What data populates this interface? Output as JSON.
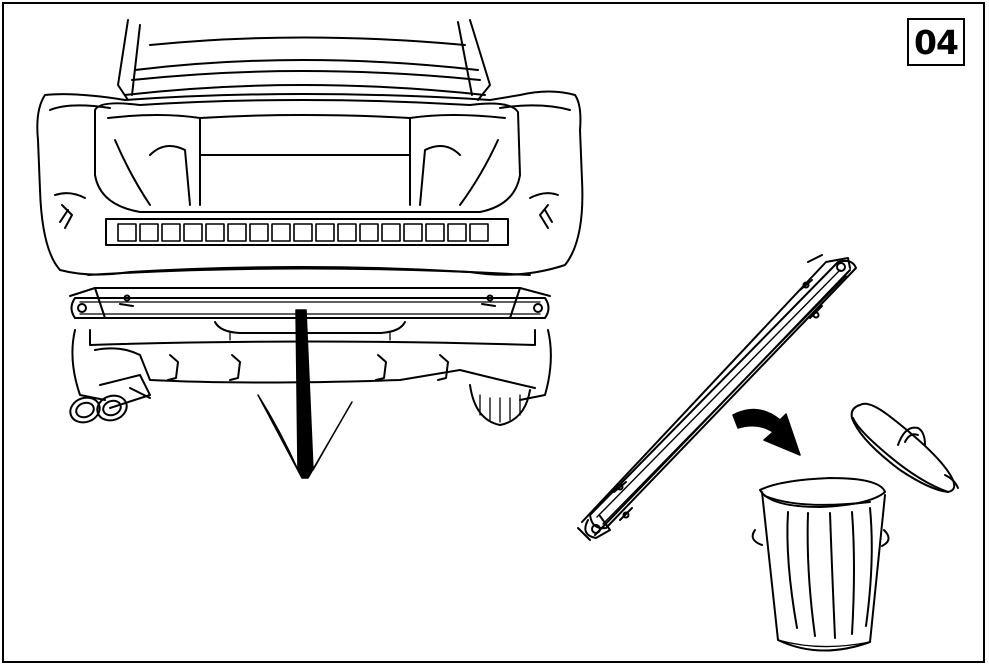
{
  "step": {
    "number": "04"
  },
  "colors": {
    "line": "#000000",
    "background": "#ffffff",
    "arrow_fill": "#000000"
  },
  "icons": [
    "car-rear-view",
    "rear-bumper-beam",
    "down-arrow-icon",
    "curved-arrow-icon",
    "trash-can-icon",
    "trash-can-lid-icon"
  ]
}
